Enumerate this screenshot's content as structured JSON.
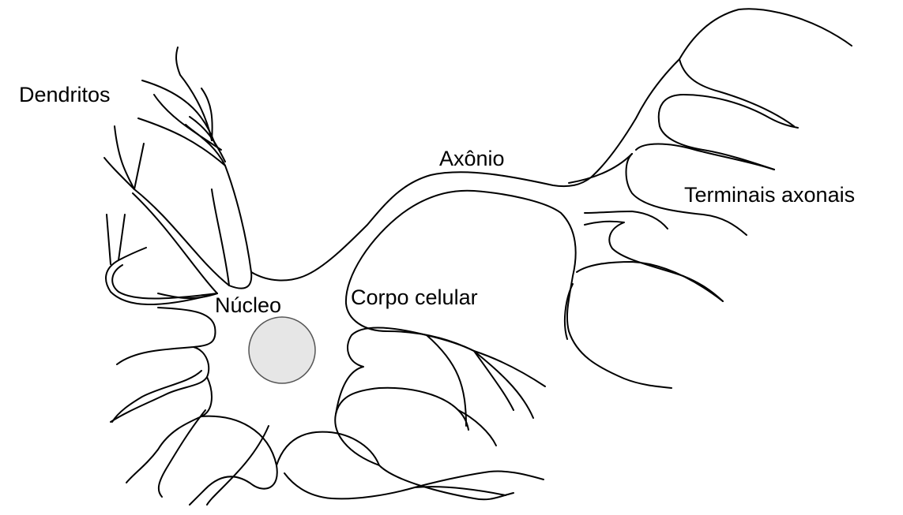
{
  "diagram": {
    "labels": {
      "dendrites": "Dendritos",
      "axon": "Axônio",
      "axon_terminals": "Terminais axonais",
      "nucleus": "Núcleo",
      "cell_body": "Corpo celular"
    },
    "colors": {
      "outline": "#000000",
      "nucleus_fill": "#e6e6e6",
      "nucleus_stroke": "#555555",
      "background": "#ffffff"
    }
  }
}
